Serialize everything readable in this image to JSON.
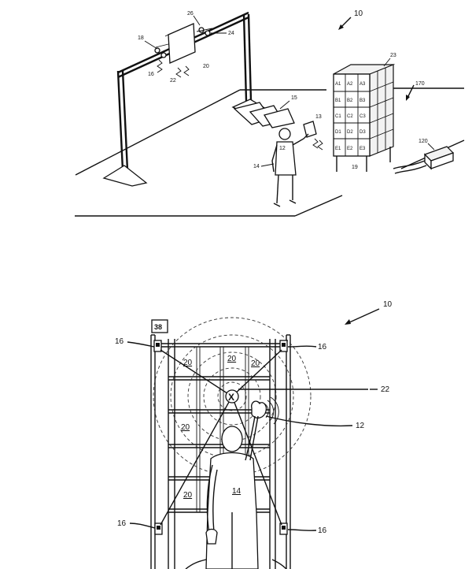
{
  "top_figure": {
    "ref": "10",
    "labels": {
      "sensor_array": "26",
      "left_sensor": "18",
      "right_sensor": "24",
      "camera": "16",
      "signal_left": "22",
      "signal_right": "20",
      "bins": "15",
      "item": "13",
      "hand": "12",
      "person": "14",
      "shelf": "23",
      "shelf_foot": "19",
      "floor_marker": "170",
      "base_unit": "120"
    },
    "grid": [
      [
        "A1",
        "A2",
        "A3"
      ],
      [
        "B1",
        "B2",
        "B3"
      ],
      [
        "C1",
        "C2",
        "C3"
      ],
      [
        "D1",
        "D2",
        "D3"
      ],
      [
        "E1",
        "E2",
        "E3"
      ]
    ]
  },
  "bottom_figure": {
    "ref": "10",
    "box_label": "38",
    "bin_label": "20",
    "corner_label": "16",
    "center_mark": "X",
    "center_label": "22",
    "hand_label": "12",
    "person_label": "14"
  }
}
